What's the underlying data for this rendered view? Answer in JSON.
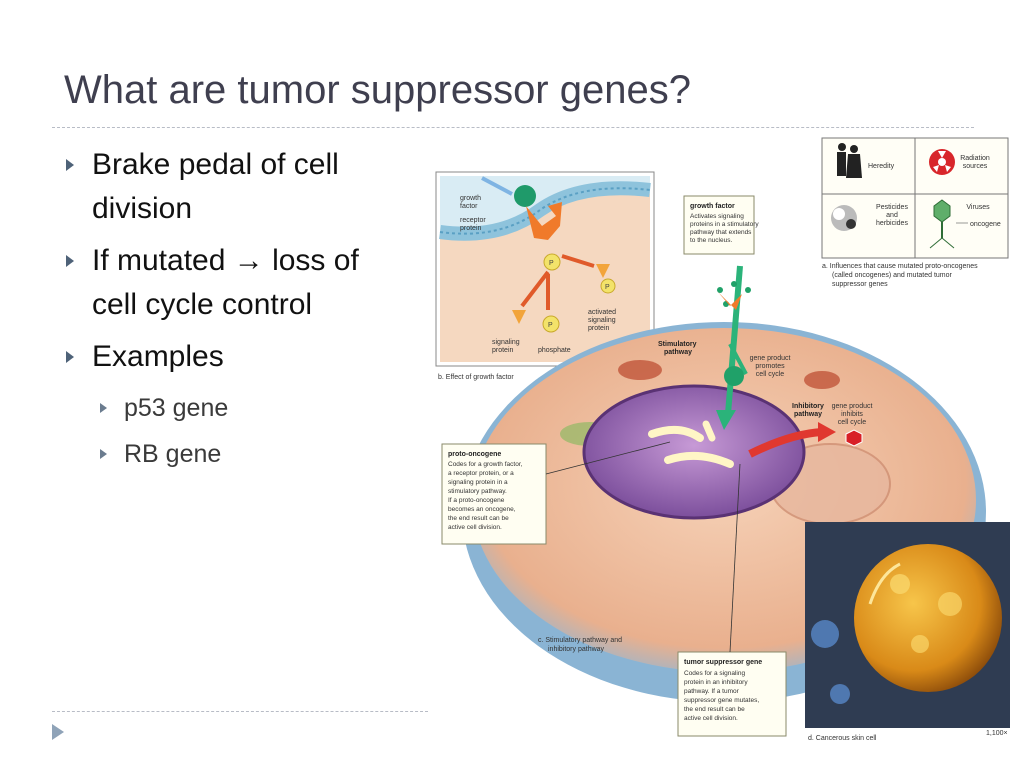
{
  "slide": {
    "title": "What are tumor suppressor genes?",
    "bullets": [
      {
        "text": "Brake pedal of cell division"
      },
      {
        "text_before": "If mutated ",
        "arrow": "→",
        "text_after": " loss of cell cycle control"
      },
      {
        "text": "Examples",
        "sub": [
          "p53 gene",
          "RB gene"
        ]
      }
    ]
  },
  "figure": {
    "panel_a": {
      "heredity": "Heredity",
      "radiation": [
        "Radiation",
        "sources"
      ],
      "pesticides": [
        "Pesticides",
        "and",
        "herbicides"
      ],
      "viruses": "Viruses",
      "oncogene": "oncogene",
      "caption": [
        "a. Influences that cause mutated proto-oncogenes",
        "(called oncogenes) and mutated tumor",
        "suppressor genes"
      ]
    },
    "panel_b": {
      "growth_factor": [
        "growth",
        "factor"
      ],
      "receptor_protein": [
        "receptor",
        "protein"
      ],
      "activated_signaling_protein": [
        "activated",
        "signaling",
        "protein"
      ],
      "signaling_protein": [
        "signaling",
        "protein"
      ],
      "phosphate": "phosphate",
      "p_label": "P",
      "caption": "b. Effect of growth factor"
    },
    "panel_c": {
      "growth_factor_box_title": "growth factor",
      "growth_factor_box_text": [
        "Activates signaling",
        "proteins in a stimulatory",
        "pathway that extends",
        "to the nucleus."
      ],
      "stimulatory": [
        "Stimulatory",
        "pathway"
      ],
      "gene_product_promotes": [
        "gene product",
        "promotes",
        "cell cycle"
      ],
      "inhibitory": [
        "Inhibitory",
        "pathway"
      ],
      "gene_product_inhibits": [
        "gene product",
        "inhibits",
        "cell cycle"
      ],
      "proto_title": "proto-oncogene",
      "proto_text": [
        "Codes for a growth factor,",
        "a receptor protein, or a",
        "signaling protein in a",
        "stimulatory pathway.",
        "If a proto-oncogene",
        "becomes an oncogene,",
        "the end result can be",
        "active cell division."
      ],
      "tumor_title": "tumor suppressor gene",
      "tumor_text": [
        "Codes for a signaling",
        "protein in an inhibitory",
        "pathway. If a tumor",
        "suppressor gene mutates,",
        "the end result can be",
        "active cell division."
      ],
      "caption": [
        "c. Stimulatory pathway and",
        "inhibitory pathway"
      ]
    },
    "panel_d": {
      "caption": "d. Cancerous skin cell",
      "magnification": "1,100×"
    }
  }
}
